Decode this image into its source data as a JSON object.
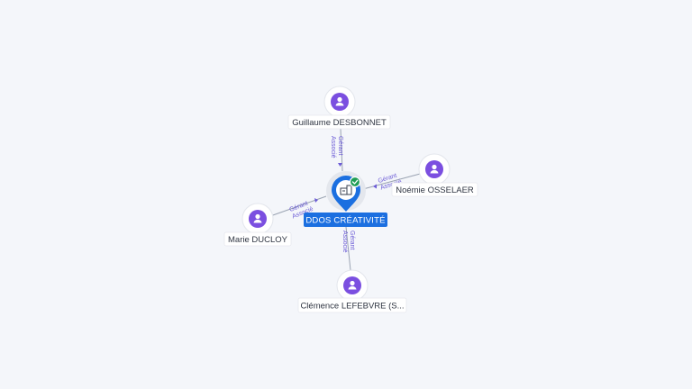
{
  "company": {
    "name": "DDOS CRÉATIVITÉ",
    "icon": "building-icon",
    "status_icon": "check-circle-icon",
    "color": "#1b6fe0",
    "status_color": "#1f9d55"
  },
  "people": [
    {
      "id": "guillaume",
      "name": "Guillaume DESBONNET",
      "icon": "person-icon"
    },
    {
      "id": "noemie",
      "name": "Noémie OSSELAER",
      "icon": "person-icon"
    },
    {
      "id": "marie",
      "name": "Marie DUCLOY",
      "icon": "person-icon"
    },
    {
      "id": "clemence",
      "name": "Clémence LEFEBVRE (S...",
      "icon": "person-icon"
    }
  ],
  "edges": [
    {
      "from": "guillaume",
      "roles": [
        "Gérant",
        "Associé"
      ]
    },
    {
      "from": "noemie",
      "roles": [
        "Gérant",
        "Associé"
      ]
    },
    {
      "from": "marie",
      "roles": [
        "Gérant",
        "Associé"
      ]
    },
    {
      "from": "clemence",
      "roles": [
        "Gérant",
        "Associé"
      ]
    }
  ],
  "colors": {
    "person": "#7b4fe0",
    "role_text": "#6b5bd6",
    "edge": "#9aa3b2"
  }
}
